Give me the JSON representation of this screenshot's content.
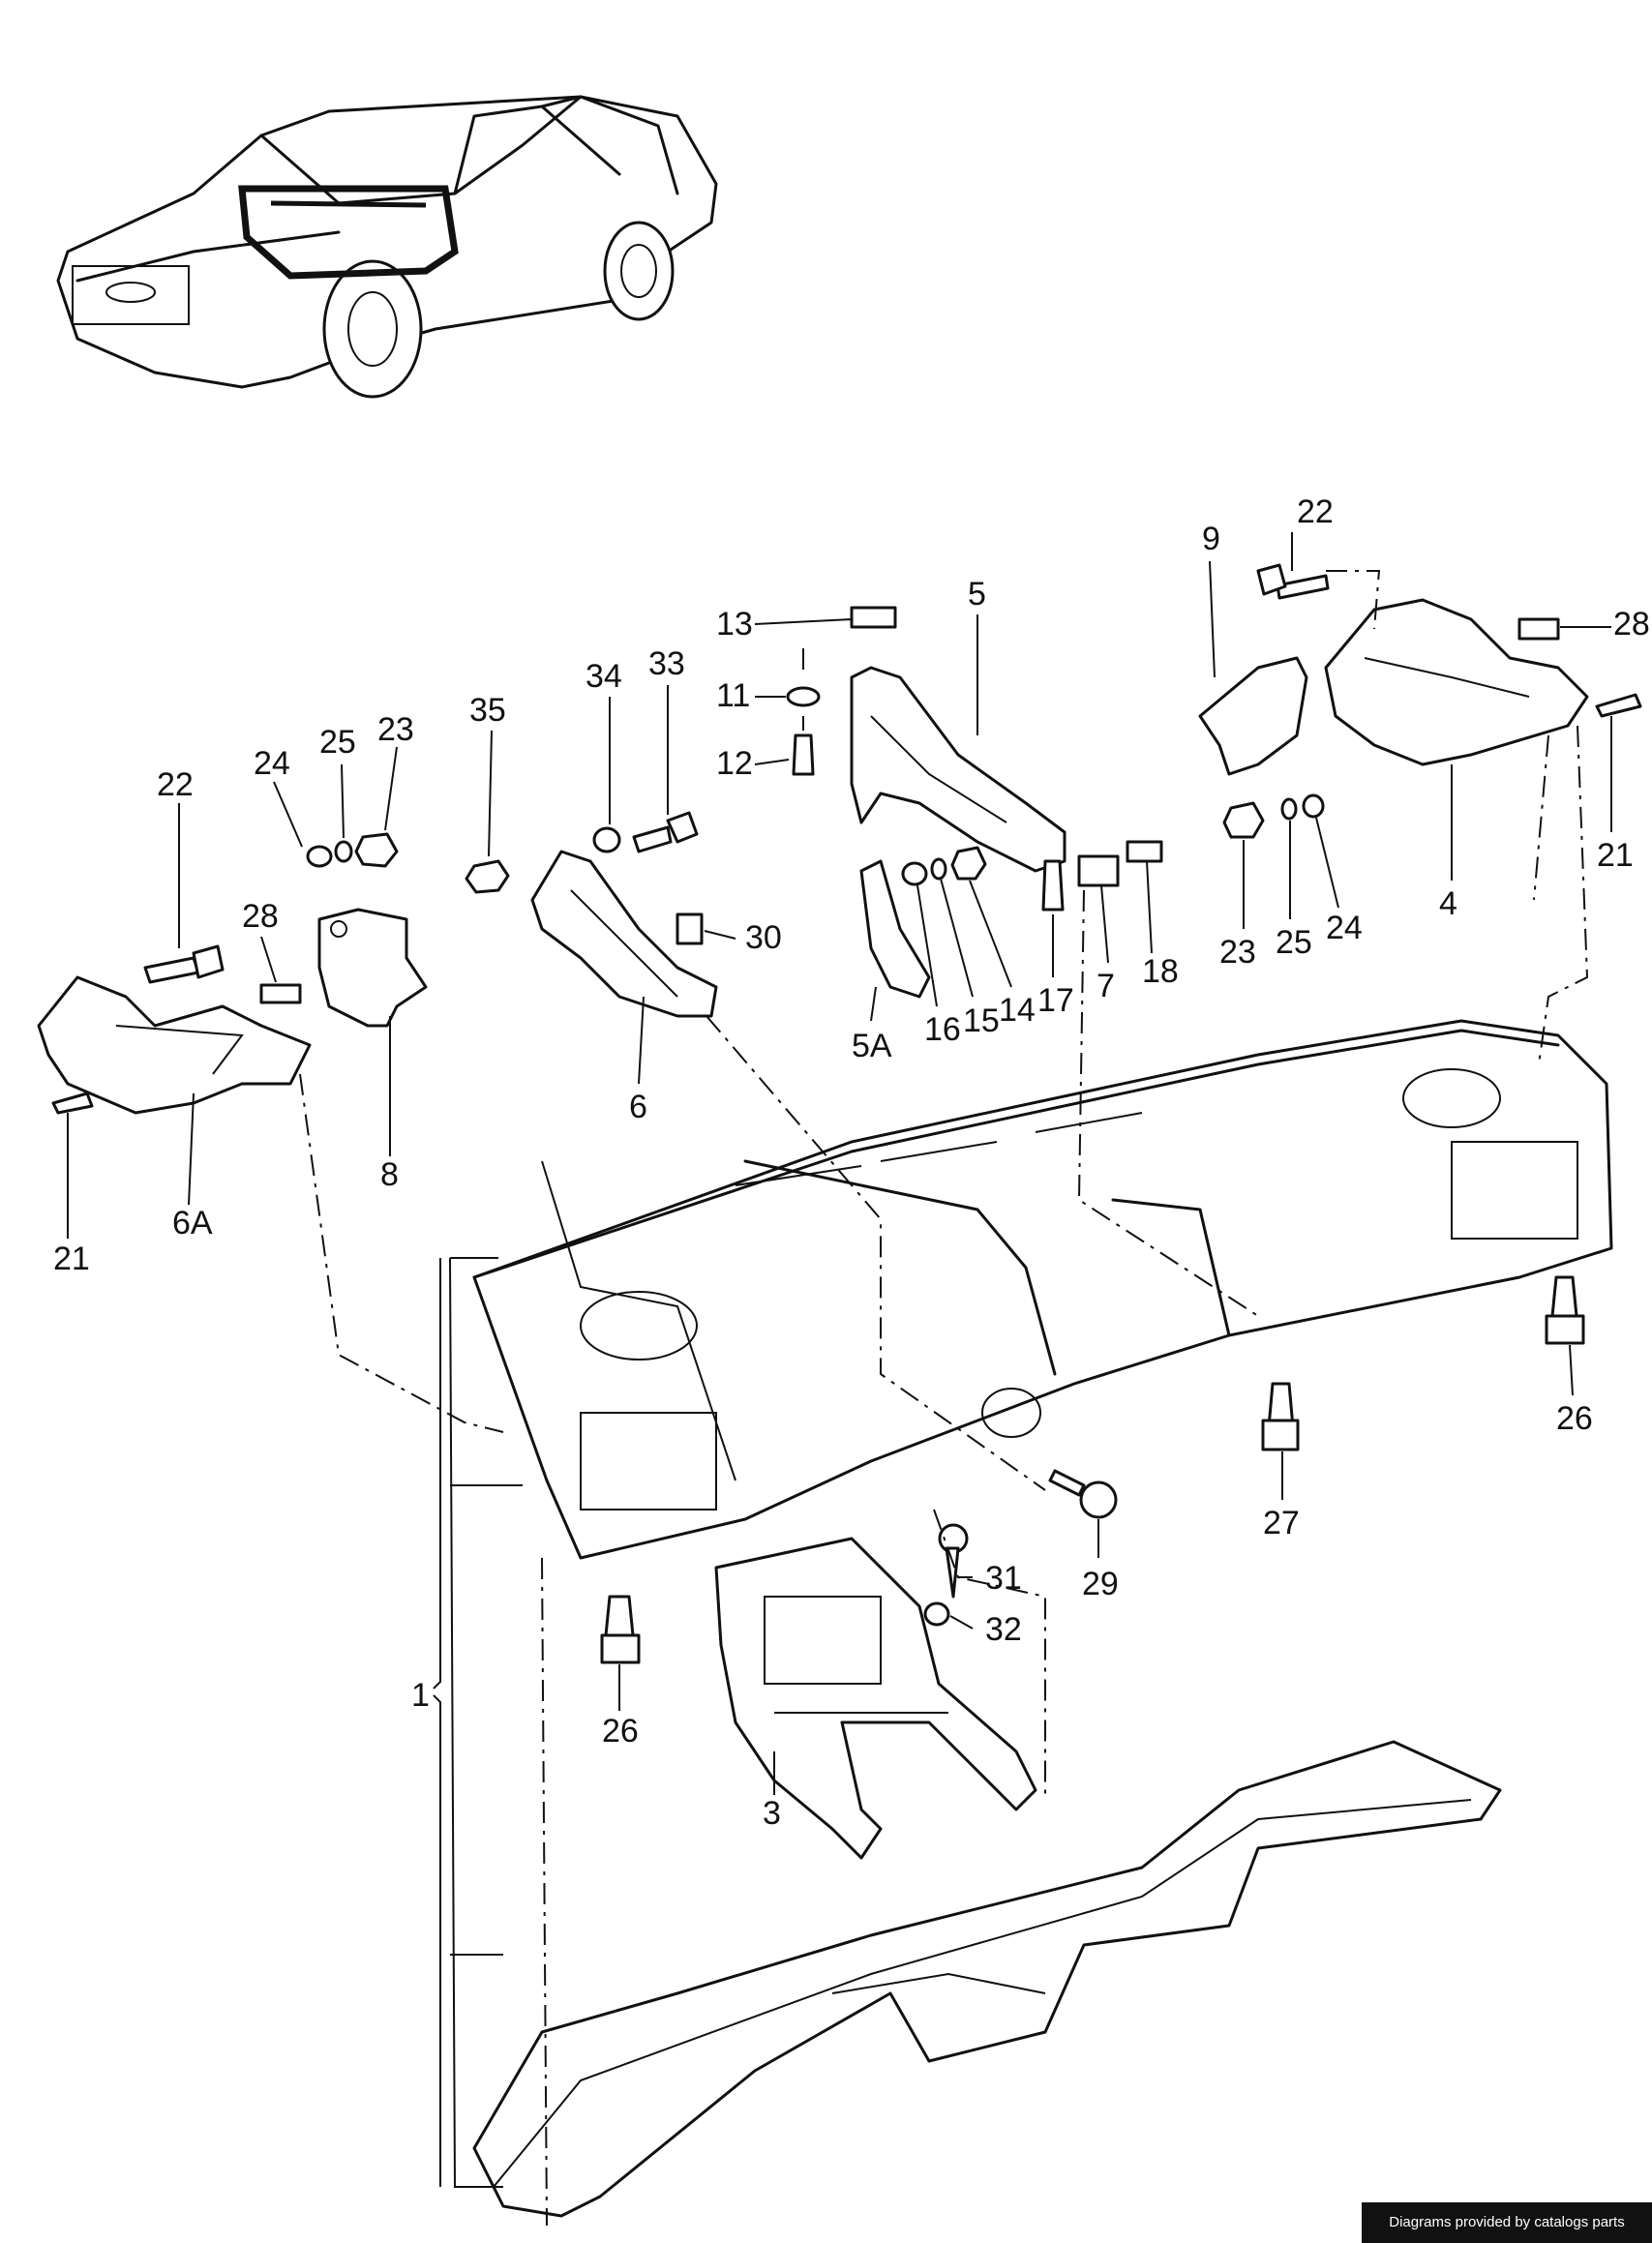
{
  "callouts": {
    "c1": "1",
    "c3": "3",
    "c4": "4",
    "c5": "5",
    "c5a": "5A",
    "c6": "6",
    "c6a": "6A",
    "c7": "7",
    "c8": "8",
    "c9": "9",
    "c11": "11",
    "c12": "12",
    "c13": "13",
    "c14": "14",
    "c15": "15",
    "c16": "16",
    "c17": "17",
    "c18": "18",
    "c21a": "21",
    "c21b": "21",
    "c22a": "22",
    "c22b": "22",
    "c23a": "23",
    "c23b": "23",
    "c24a": "24",
    "c24b": "24",
    "c25a": "25",
    "c25b": "25",
    "c26a": "26",
    "c26b": "26",
    "c27": "27",
    "c28a": "28",
    "c28b": "28",
    "c29": "29",
    "c30": "30",
    "c31": "31",
    "c32": "32",
    "c33": "33",
    "c34": "34",
    "c35": "35"
  },
  "footer": {
    "credit": "Diagrams provided by catalogs parts"
  }
}
